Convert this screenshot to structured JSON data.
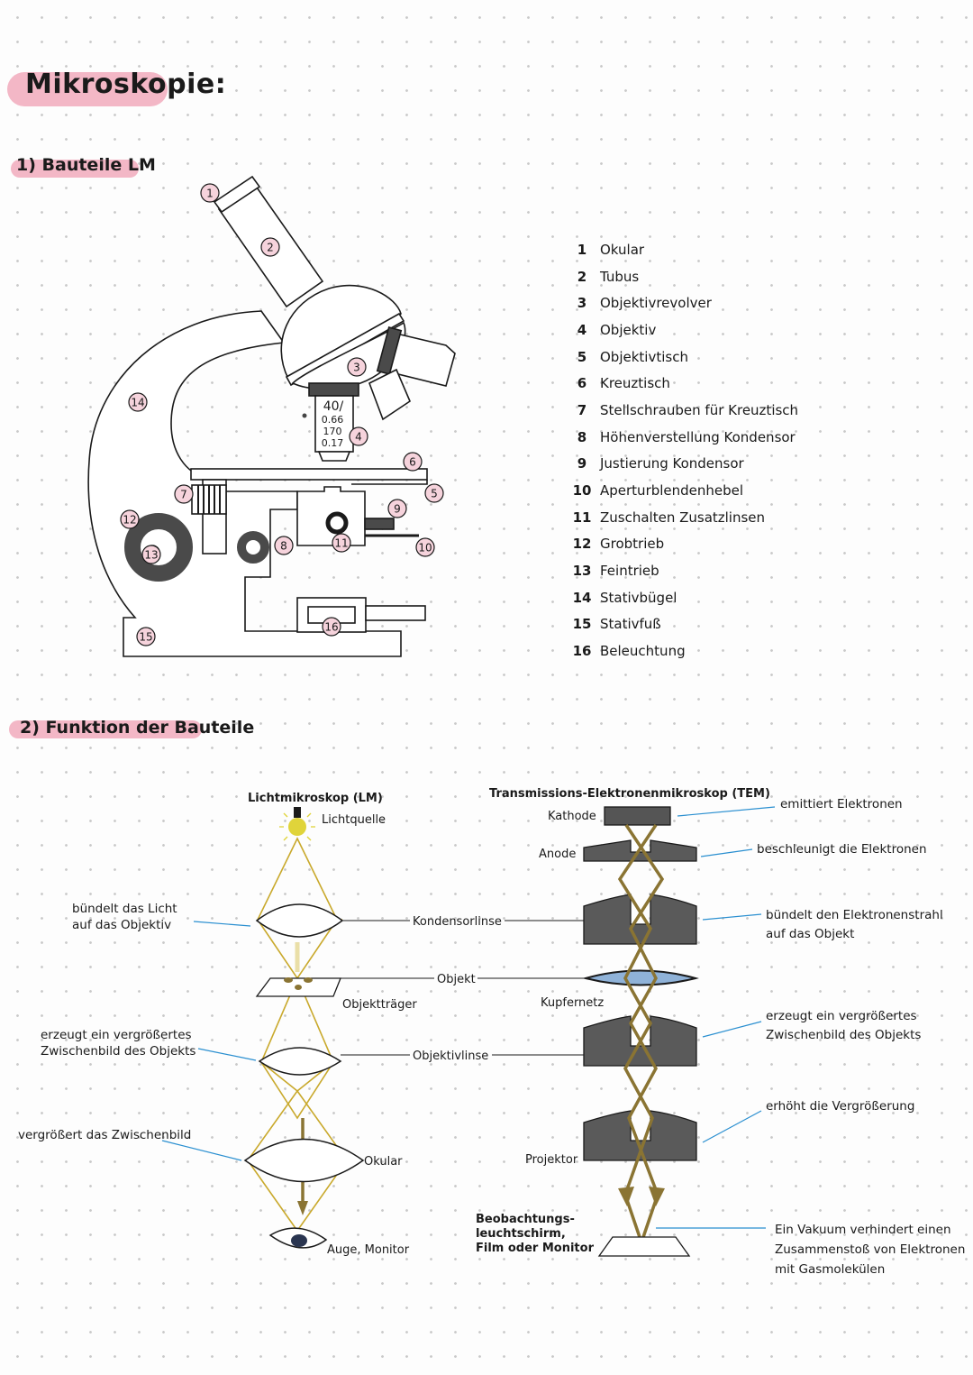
{
  "title": "Mikroskopie:",
  "section1": "1) Bauteile LM",
  "section2": "2) Funktion der Bauteile",
  "microscope": {
    "objective_text": [
      "40/",
      "0.66",
      "170",
      "0.17"
    ],
    "markers": [
      "1",
      "2",
      "3",
      "4",
      "5",
      "6",
      "7",
      "8",
      "9",
      "10",
      "11",
      "12",
      "13",
      "14",
      "15",
      "16"
    ]
  },
  "legend": [
    {
      "num": "1",
      "label": "Okular"
    },
    {
      "num": "2",
      "label": "Tubus"
    },
    {
      "num": "3",
      "label": "Objektivrevolver"
    },
    {
      "num": "4",
      "label": "Objektiv"
    },
    {
      "num": "5",
      "label": "Objektivtisch"
    },
    {
      "num": "6",
      "label": "Kreuztisch"
    },
    {
      "num": "7",
      "label": "Stellschrauben für Kreuztisch"
    },
    {
      "num": "8",
      "label": "Höhenverstellung Kondensor"
    },
    {
      "num": "9",
      "label": "Justierung Kondensor"
    },
    {
      "num": "10",
      "label": "Aperturblendenhebel"
    },
    {
      "num": "11",
      "label": "Zuschalten Zusatzlinsen"
    },
    {
      "num": "12",
      "label": "Grobtrieb"
    },
    {
      "num": "13",
      "label": "Feintrieb"
    },
    {
      "num": "14",
      "label": "Stativbügel"
    },
    {
      "num": "15",
      "label": "Stativfuß"
    },
    {
      "num": "16",
      "label": "Beleuchtung"
    }
  ],
  "lm": {
    "heading": "Lichtmikroskop (LM)",
    "lichtquelle": "Lichtquelle",
    "kondensorlinse": "Kondensorlinse",
    "objekt": "Objekt",
    "objekttraeger": "Objektträger",
    "objektivlinse": "Objektivlinse",
    "okular": "Okular",
    "auge": "Auge, Monitor",
    "note_kondensor": [
      "bündelt das Licht",
      "auf das Objektiv"
    ],
    "note_objektiv": [
      "erzeugt ein vergrößertes",
      "Zwischenbild des Objekts"
    ],
    "note_okular": [
      "vergrößert das Zwischenbild"
    ]
  },
  "tem": {
    "heading": "Transmissions-Elektronenmikroskop (TEM)",
    "kathode": "Kathode",
    "anode": "Anode",
    "kupfernetz": "Kupfernetz",
    "projektor": "Projektor",
    "schirm": [
      "Beobachtungs-",
      "leuchtschirm,",
      "Film oder Monitor"
    ],
    "note_kathode": [
      "emittiert Elektronen"
    ],
    "note_anode": [
      "beschleunigt die Elektronen"
    ],
    "note_kondensor": [
      "bündelt den Elektronenstrahl",
      "auf das Objekt"
    ],
    "note_objektiv": [
      "erzeugt ein vergrößertes",
      "Zwischenbild des Objekts"
    ],
    "note_projektor": [
      "erhöht die Vergrößerung"
    ],
    "note_vakuum": [
      "Ein Vakuum verhindert einen",
      "Zusammenstoß von Elektronen",
      "mit Gasmolekülen"
    ]
  },
  "colors": {
    "highlight": "#f3b7c6",
    "light": "#c9a92c",
    "electron": "#8a7433",
    "lens_dark": "#5a5a5a",
    "annotation_line": "#2a8fd0"
  }
}
